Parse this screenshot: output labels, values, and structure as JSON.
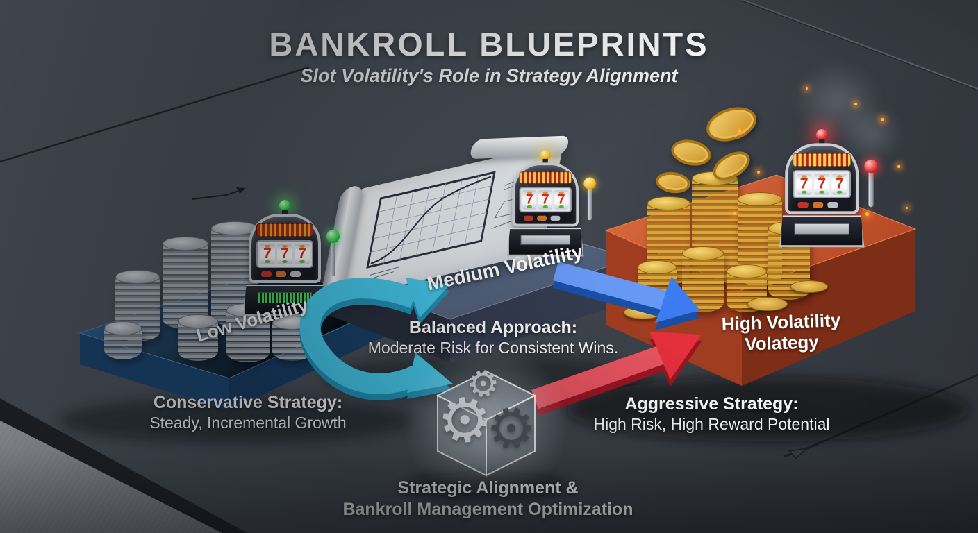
{
  "header": {
    "title": "BANKROLL BLUEPRINTS",
    "subtitle": "Slot Volatility's Role in Strategy Alignment"
  },
  "platforms": {
    "low": {
      "label": "Low Volatility",
      "strategy_title": "Conservative Strategy:",
      "strategy_desc": "Steady, Incremental Growth"
    },
    "medium": {
      "label": "Medium Volatility",
      "strategy_title": "Balanced Approach:",
      "strategy_desc": "Moderate Risk for Consistent Wins."
    },
    "high": {
      "label_line1": "High Volatility",
      "label_line2": "Volategy",
      "strategy_title": "Aggressive Strategy:",
      "strategy_desc": "High Risk, High Reward Potential"
    }
  },
  "footer": {
    "caption_line1": "Strategic Alignment &",
    "caption_line2": "Bankroll Management Optimization"
  },
  "slot_machine": {
    "reel_symbol": "7"
  },
  "colors": {
    "arrow_cyan": "#45c9ec",
    "arrow_blue": "#3d7cf0",
    "arrow_red": "#e52f3d",
    "platform_low": "#2f6ba3",
    "platform_medium": "#5d6c86",
    "platform_high": "#c95c33",
    "coin_silver": "#c4c9d1",
    "coin_gold": "#e0a93c"
  }
}
